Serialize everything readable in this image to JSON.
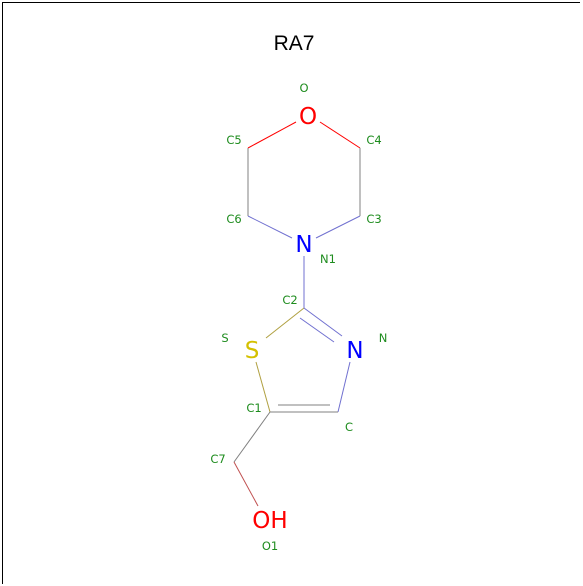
{
  "title": "RA7",
  "colors": {
    "bond": "#808080",
    "oxygen": "#ff0000",
    "nitrogen": "#0000ff",
    "sulfur": "#d4c000",
    "label": "#1e8c1e"
  },
  "atoms": {
    "O_ring": "O",
    "N_ring": "N",
    "S": "S",
    "N_thz": "N",
    "OH": "OH"
  },
  "labels": {
    "O": "O",
    "C5": "C5",
    "C4": "C4",
    "C6": "C6",
    "C3": "C3",
    "N1": "N1",
    "C2": "C2",
    "S": "S",
    "N": "N",
    "C1": "C1",
    "C": "C",
    "C7": "C7",
    "O1": "O1"
  }
}
